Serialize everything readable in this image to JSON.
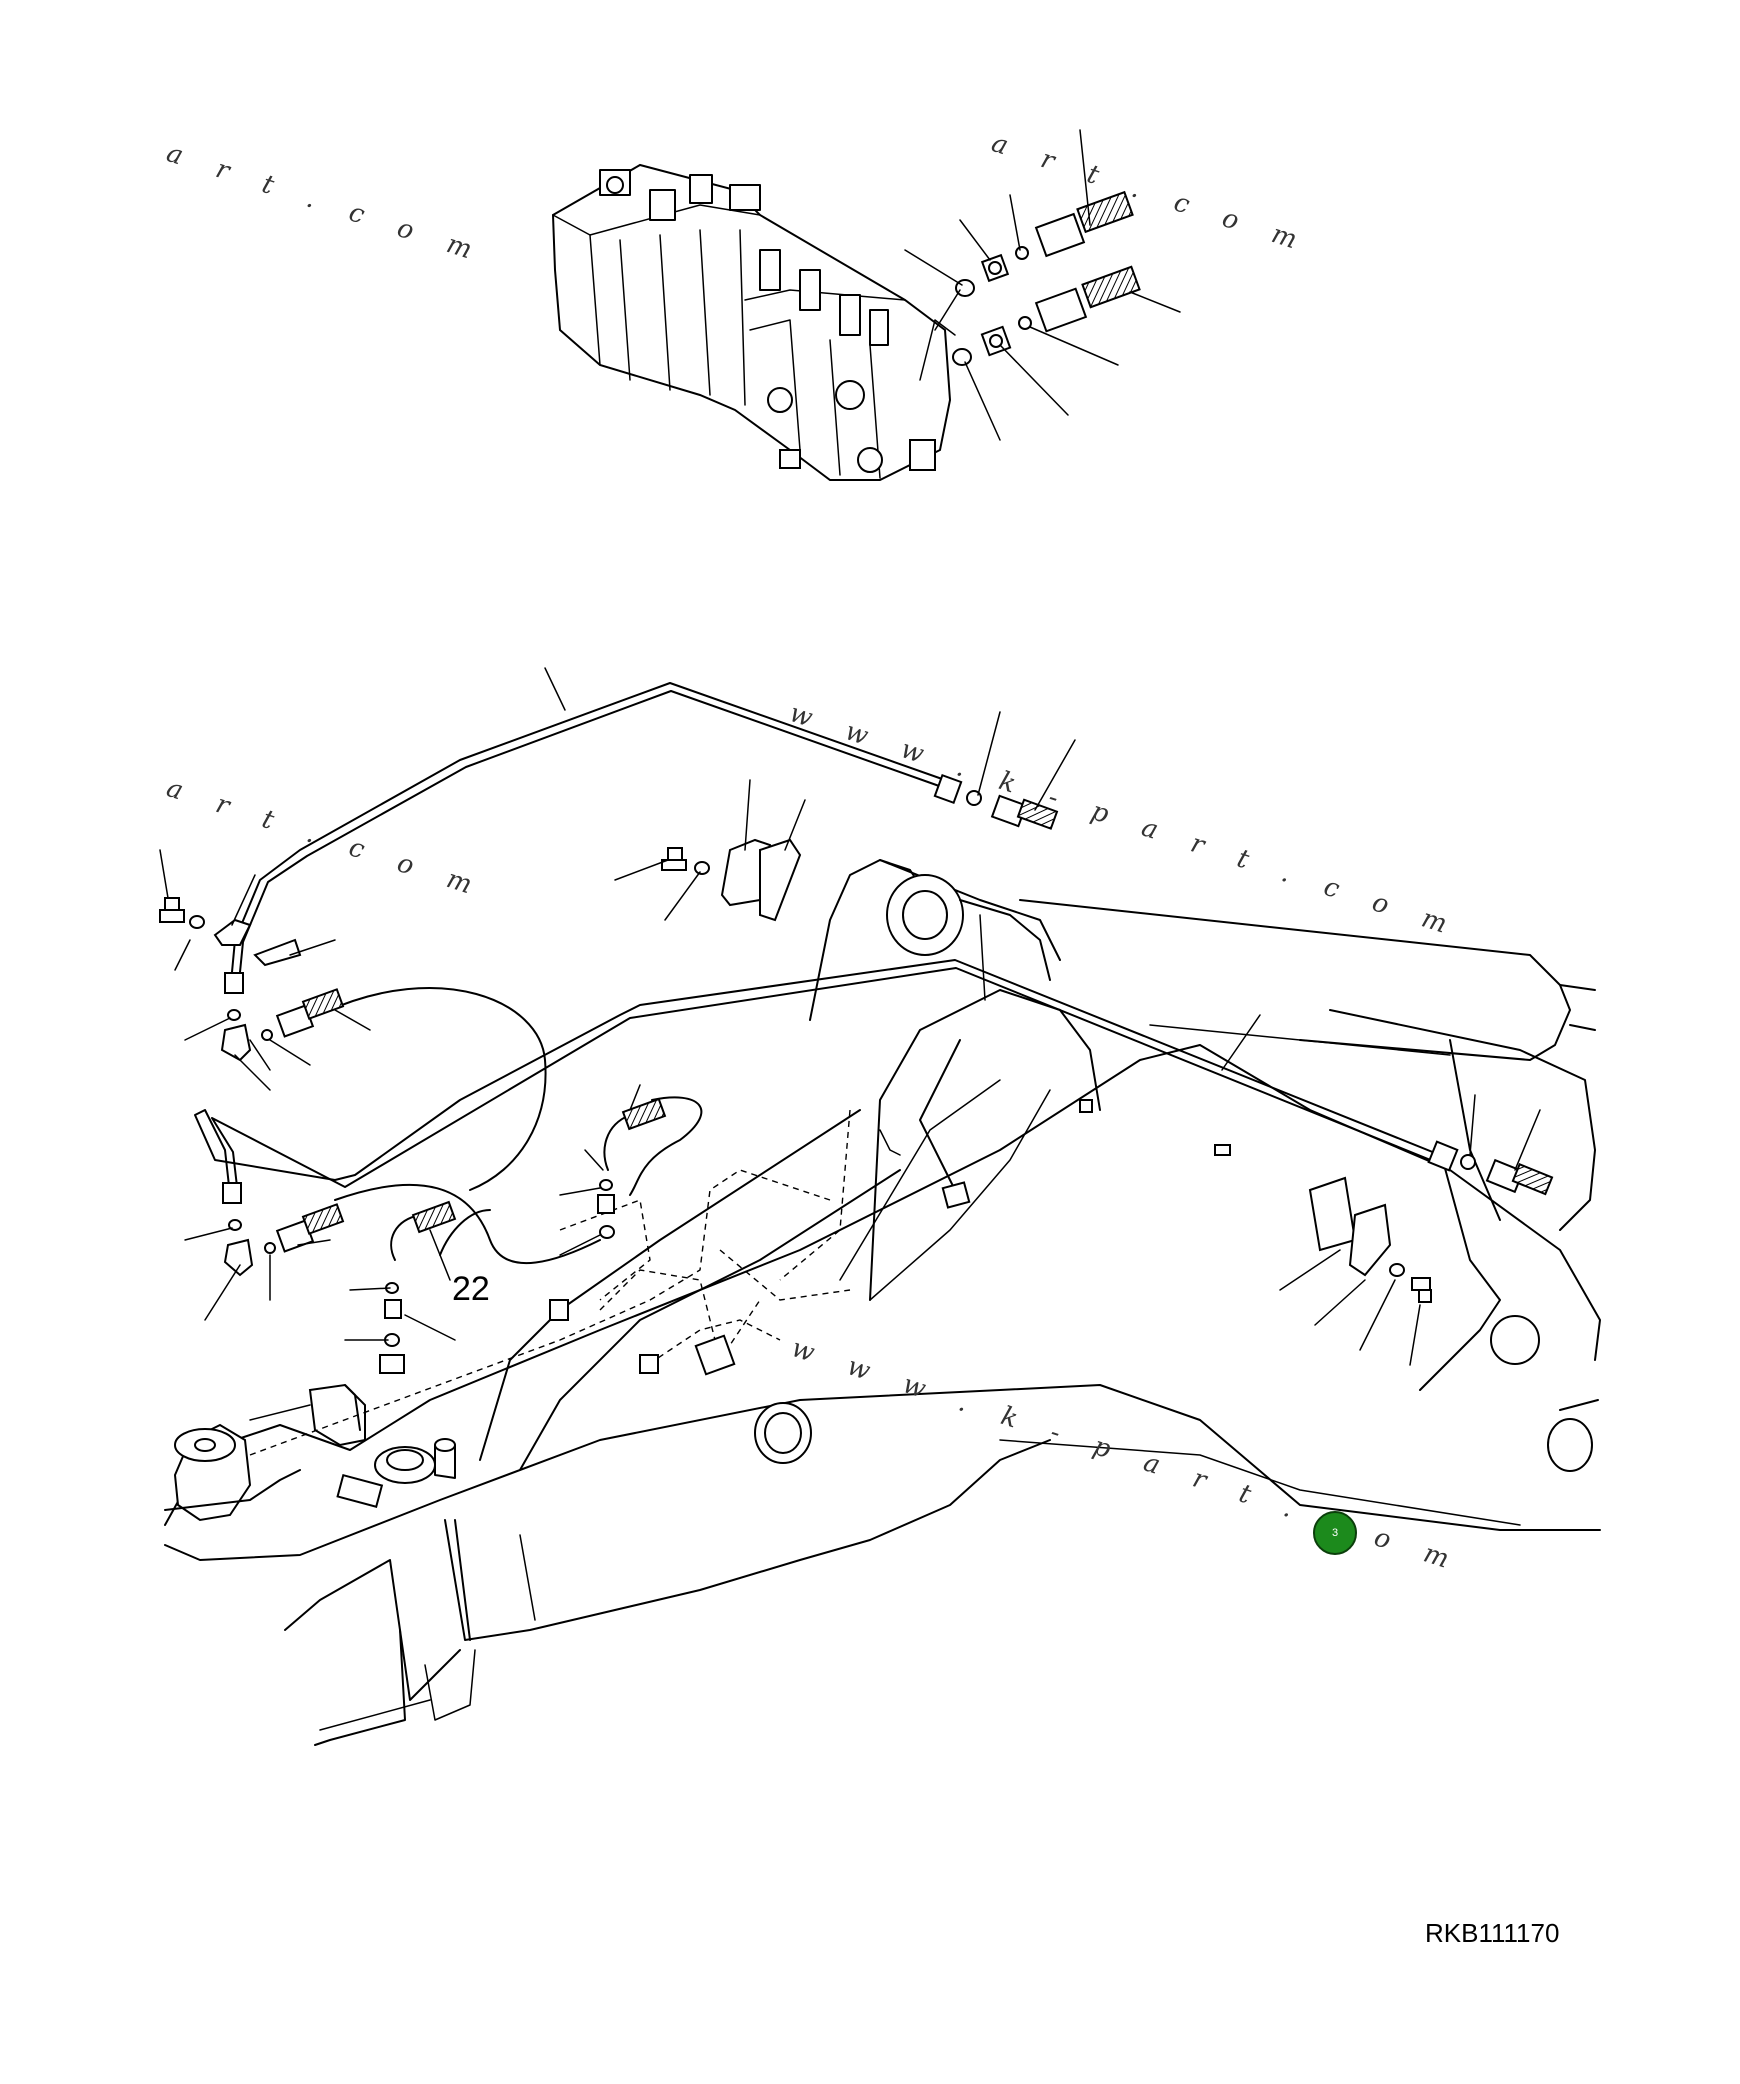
{
  "watermark": {
    "art_com": "a r t . c o m",
    "www_kpart": "w w w . k - p a r t . c o m"
  },
  "callouts": {
    "item_22": "22"
  },
  "hotspot": {
    "label": "3",
    "color": "#1c8a1c"
  },
  "footer": {
    "drawing_code": "RKB111170"
  },
  "icons": [
    "valve-block-icon",
    "hose-fitting-icon",
    "pipe-clamp-icon",
    "boom-icon"
  ]
}
